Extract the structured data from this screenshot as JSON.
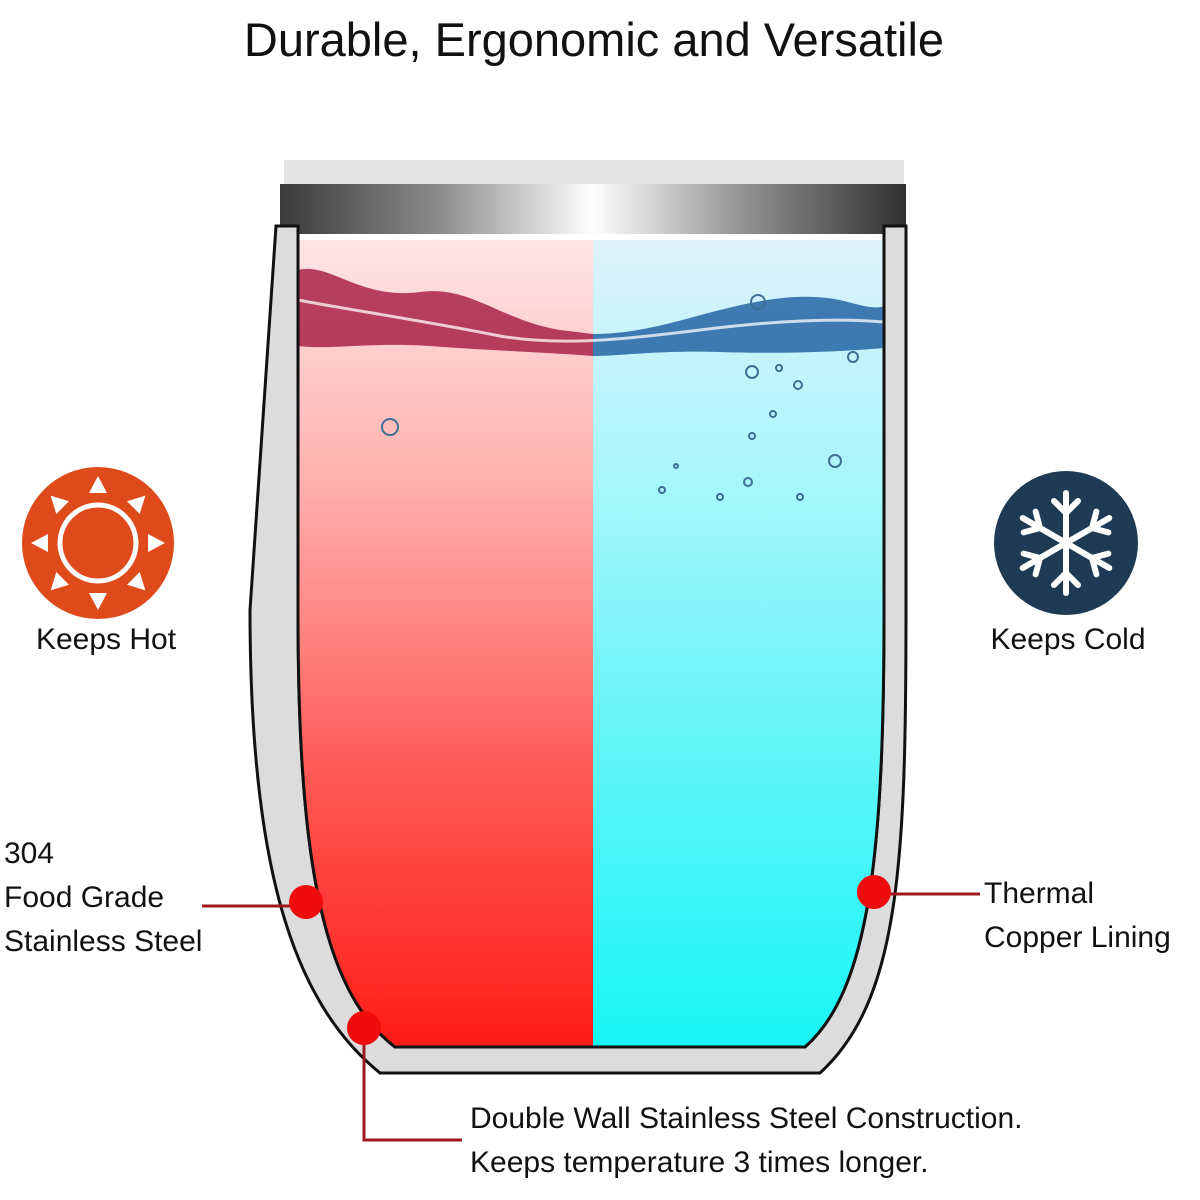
{
  "title": "Durable, Ergonomic and Versatile",
  "hot": {
    "label": "Keeps Hot",
    "icon": "sun-icon",
    "color": "#df4a1a"
  },
  "cold": {
    "label": "Keeps Cold",
    "icon": "snowflake-icon",
    "color": "#1f3a55"
  },
  "callouts": {
    "steel": {
      "line1": "304",
      "line2": "Food Grade",
      "line3": "Stainless Steel"
    },
    "copper": {
      "line1": "Thermal",
      "line2": "Copper Lining"
    },
    "double_wall": {
      "line1": "Double Wall Stainless Steel Construction.",
      "line2": "Keeps temperature 3 times longer."
    }
  },
  "colors": {
    "hot_liquid": "#ff1a14",
    "cold_liquid": "#14f6f6",
    "wall": "#dcdcdc",
    "callout_line": "#a01818",
    "marker": "#ee0c0c"
  }
}
